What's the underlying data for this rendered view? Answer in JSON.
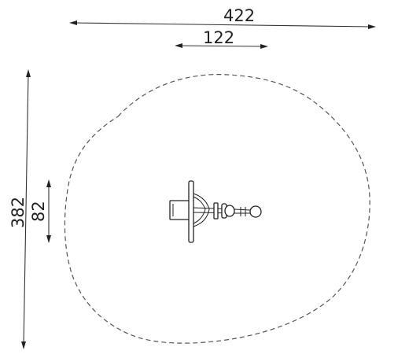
{
  "dimensions": {
    "overall_width": "422",
    "equipment_width": "122",
    "overall_depth": "382",
    "equipment_depth": "82"
  }
}
